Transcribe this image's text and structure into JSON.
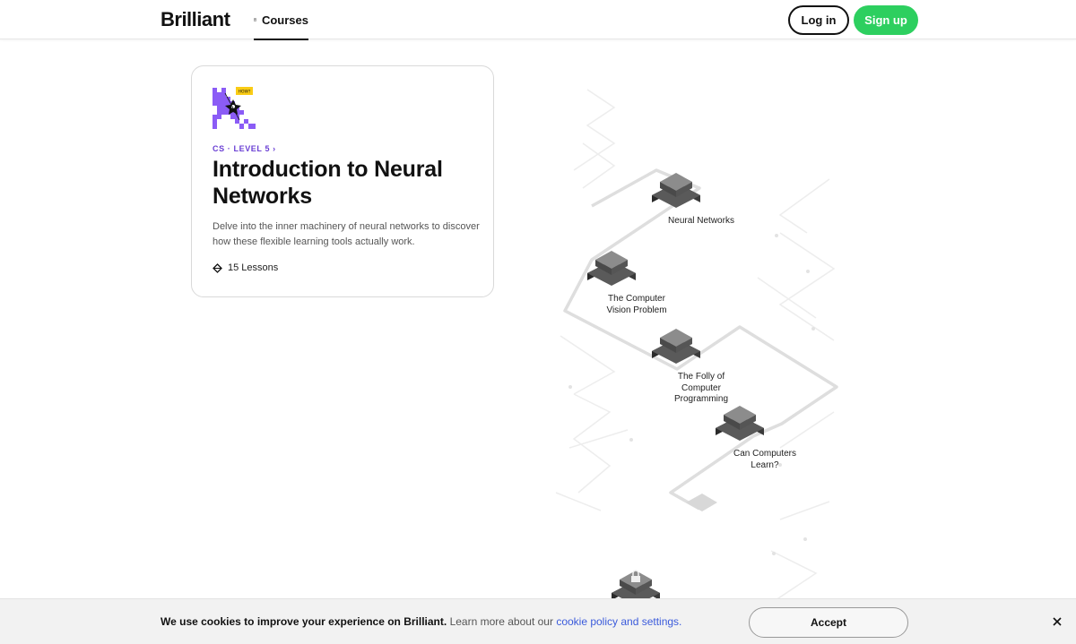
{
  "header": {
    "logo": "Brilliant",
    "nav_courses": "Courses",
    "login_label": "Log in",
    "signup_label": "Sign up"
  },
  "course": {
    "meta": "CS · LEVEL 5 ›",
    "title": "Introduction to Neural Networks",
    "description": "Delve into the inner machinery of neural networks to discover how these flexible learning tools actually work.",
    "lessons": "15 Lessons",
    "image_badge": "HOW?"
  },
  "map": {
    "nodes": [
      {
        "label_line1": "Neural Networks",
        "label_line2": "",
        "label_line3": ""
      },
      {
        "label_line1": "The Computer",
        "label_line2": "Vision Problem",
        "label_line3": ""
      },
      {
        "label_line1": "The Folly of",
        "label_line2": "Computer",
        "label_line3": "Programming"
      },
      {
        "label_line1": "Can Computers",
        "label_line2": "Learn?",
        "label_line3": ""
      }
    ]
  },
  "cookie": {
    "strong_text": "We use cookies to improve your experience on Brilliant.",
    "muted_text": "Learn more about our",
    "link_text": "cookie policy and settings.",
    "accept_label": "Accept"
  },
  "colors": {
    "accent_green": "#2dcf5f",
    "accent_purple": "#6a3fd4",
    "link_blue": "#3b5bdb"
  }
}
